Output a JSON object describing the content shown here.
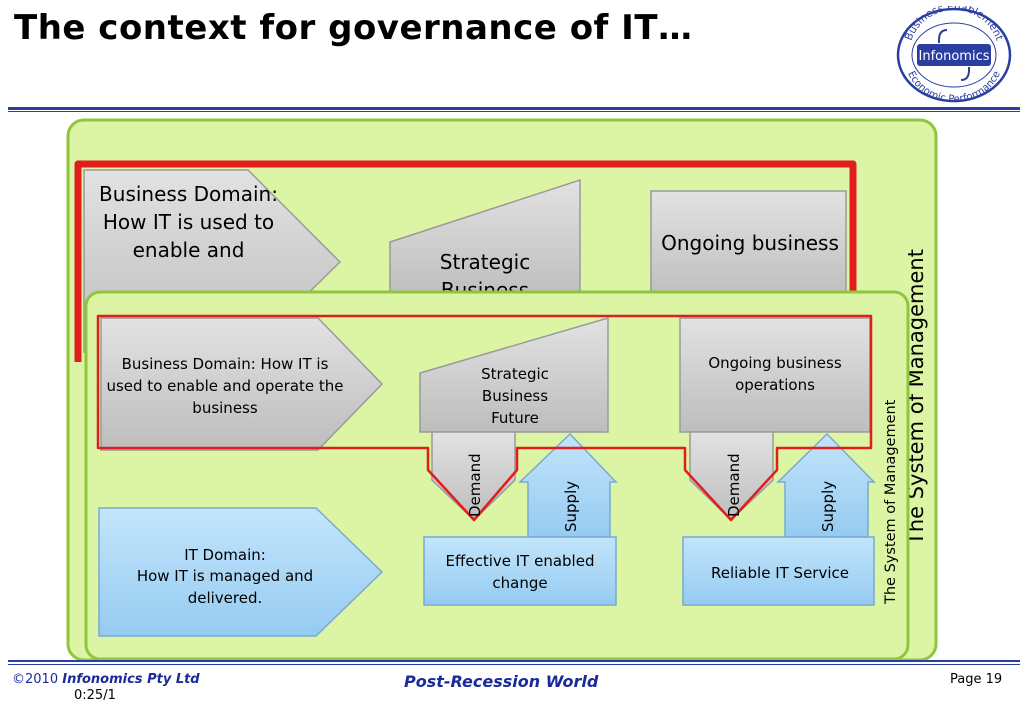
{
  "slide": {
    "title": "The context for governance of IT…",
    "logo": {
      "top_text": "Business Enablement",
      "center_text": "Infonomics",
      "bottom_text": "Economic Performance"
    }
  },
  "back_layer": {
    "business_domain": "Business Domain: How IT is used to enable and",
    "strategic": "Strategic Business",
    "ongoing": "Ongoing business",
    "side_label": "The System of Management"
  },
  "front_layer": {
    "business_domain": "Business Domain: How IT is used to enable and operate the business",
    "strategic": "Strategic Business Future",
    "ongoing": "Ongoing business operations",
    "demand1": "Demand",
    "supply1": "Supply",
    "demand2": "Demand",
    "supply2": "Supply",
    "it_domain_line1": "IT Domain:",
    "it_domain_line2": "How IT is managed and delivered.",
    "effective_it": "Effective IT enabled change",
    "reliable_it": "Reliable IT Service",
    "side_label": "The System of Management"
  },
  "footer": {
    "copyright": "©2010",
    "company": "Infonomics Pty Ltd",
    "time": "0:25/1",
    "center": "Post-Recession World",
    "page": "Page 19"
  },
  "colors": {
    "green_panel": "#ddf6a8",
    "green_border": "#8fc63e",
    "gray_box": "#c8c8c8",
    "blue_box": "#a9d6f5",
    "red_line": "#e21d1d",
    "brand_blue": "#2b3fa0"
  }
}
